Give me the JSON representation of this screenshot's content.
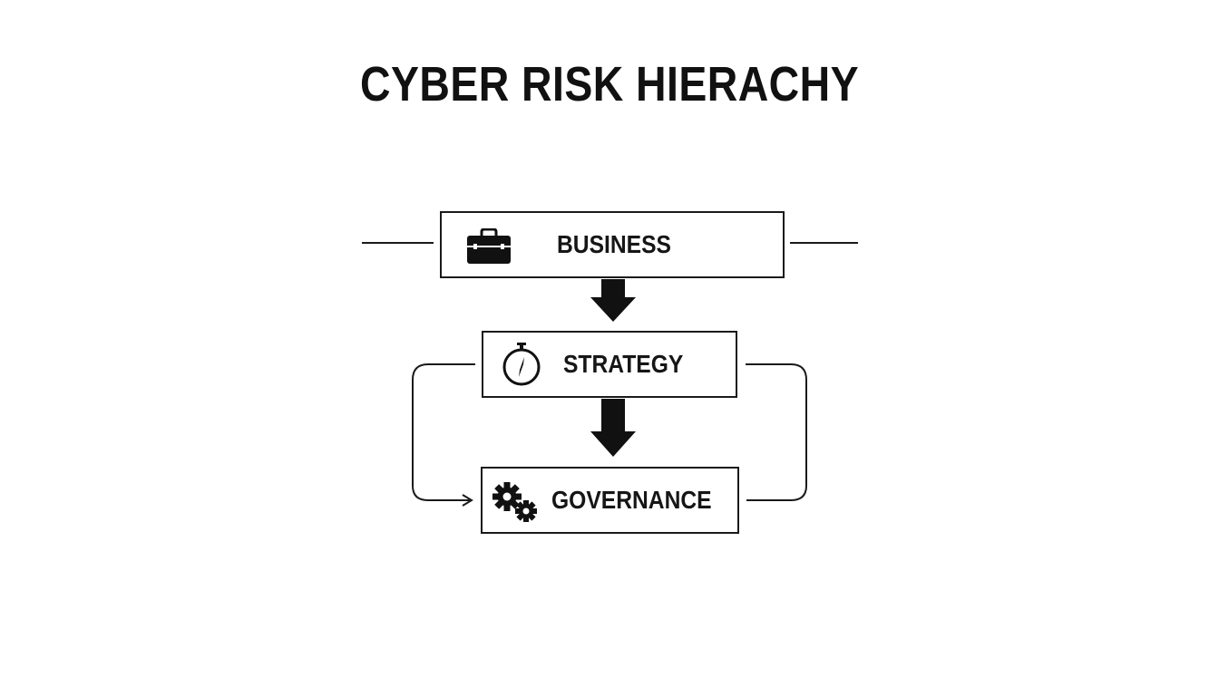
{
  "title": "CYBER RISK HIERACHY",
  "nodes": [
    {
      "id": "business",
      "label": "BUSINESS",
      "icon": "briefcase-icon"
    },
    {
      "id": "strategy",
      "label": "STRATEGY",
      "icon": "compass-icon"
    },
    {
      "id": "governance",
      "label": "GOVERNANCE",
      "icon": "gears-icon"
    }
  ],
  "edges": [
    {
      "from": "business",
      "to": "strategy",
      "style": "thick-arrow"
    },
    {
      "from": "strategy",
      "to": "governance",
      "style": "thick-arrow"
    },
    {
      "from": "strategy",
      "to": "governance",
      "style": "loop-arrow-left"
    },
    {
      "from": "governance",
      "to": "strategy",
      "style": "loop-line-right"
    }
  ],
  "colors": {
    "stroke": "#1a1a1a",
    "text": "#111111",
    "background": "#ffffff"
  }
}
